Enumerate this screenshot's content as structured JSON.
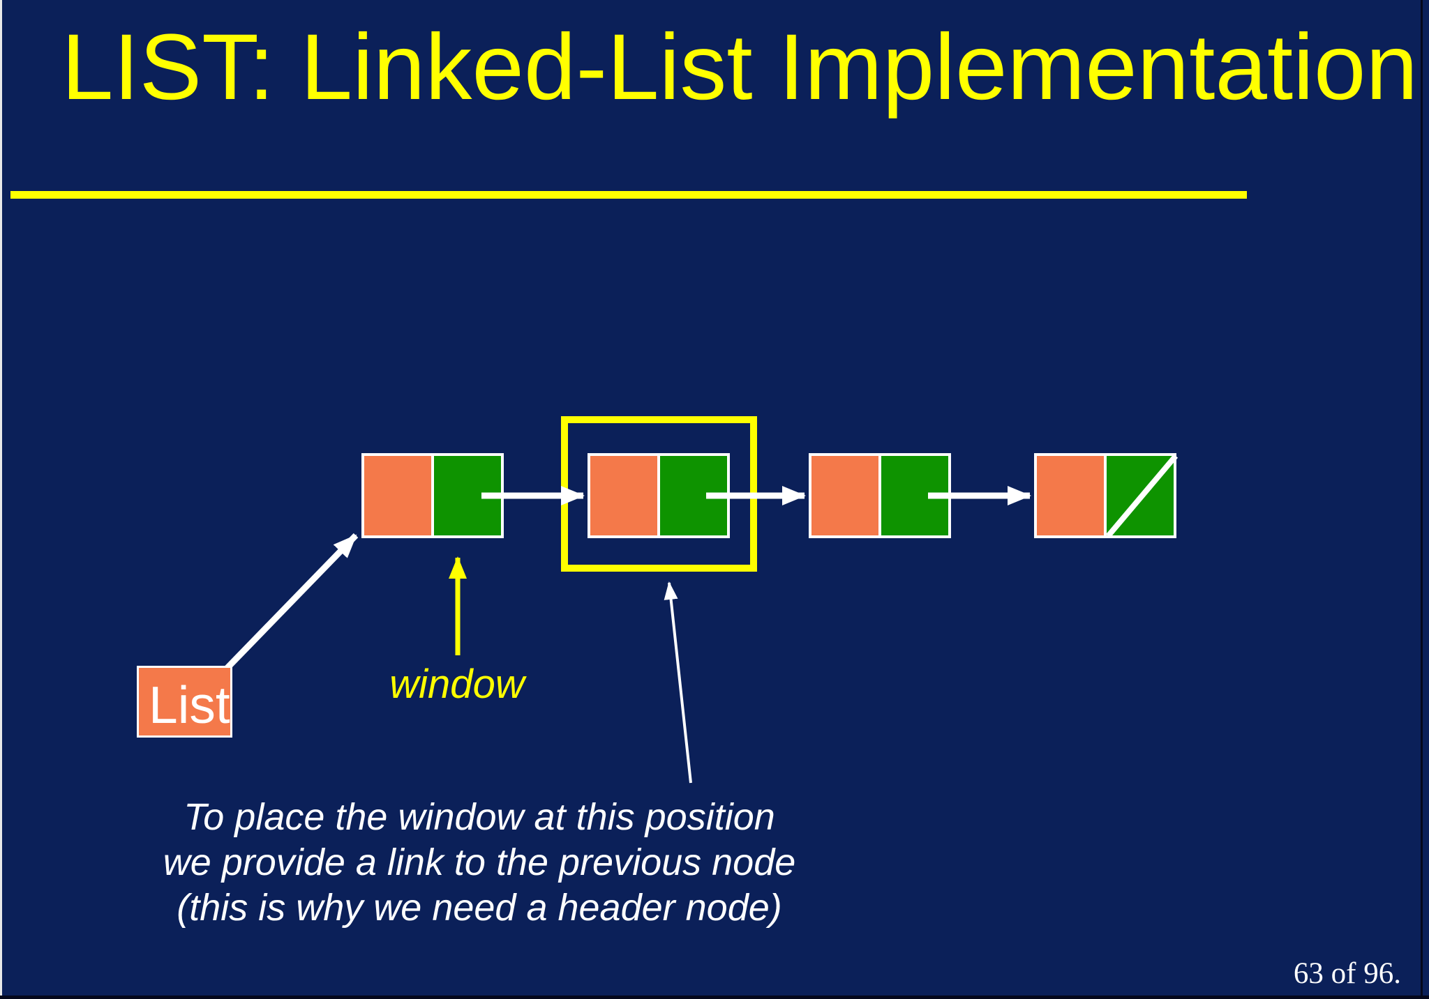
{
  "title": "LIST: Linked-List Implementation",
  "labels": {
    "list": "List",
    "window": "window"
  },
  "caption_lines": [
    "To place the window at this position",
    "we provide a link to the previous node",
    "(this is why we need a header node)"
  ],
  "page_indicator": "63 of 96.",
  "colors": {
    "background": "#0B2059",
    "accent_yellow": "#FFFF00",
    "node_data_orange": "#F4794A",
    "node_pointer_green": "#0E9300",
    "arrow_white": "#FFFFFF"
  },
  "diagram": {
    "node_count": 4,
    "nodes": [
      {
        "index": 1,
        "cells": [
          "data",
          "next"
        ],
        "highlighted": false,
        "null_next": false
      },
      {
        "index": 2,
        "cells": [
          "data",
          "next"
        ],
        "highlighted": true,
        "null_next": false
      },
      {
        "index": 3,
        "cells": [
          "data",
          "next"
        ],
        "highlighted": false,
        "null_next": false
      },
      {
        "index": 4,
        "cells": [
          "data",
          "next"
        ],
        "highlighted": false,
        "null_next": true
      }
    ],
    "window_on_node": 2,
    "list_pointer_target_node": 1
  }
}
